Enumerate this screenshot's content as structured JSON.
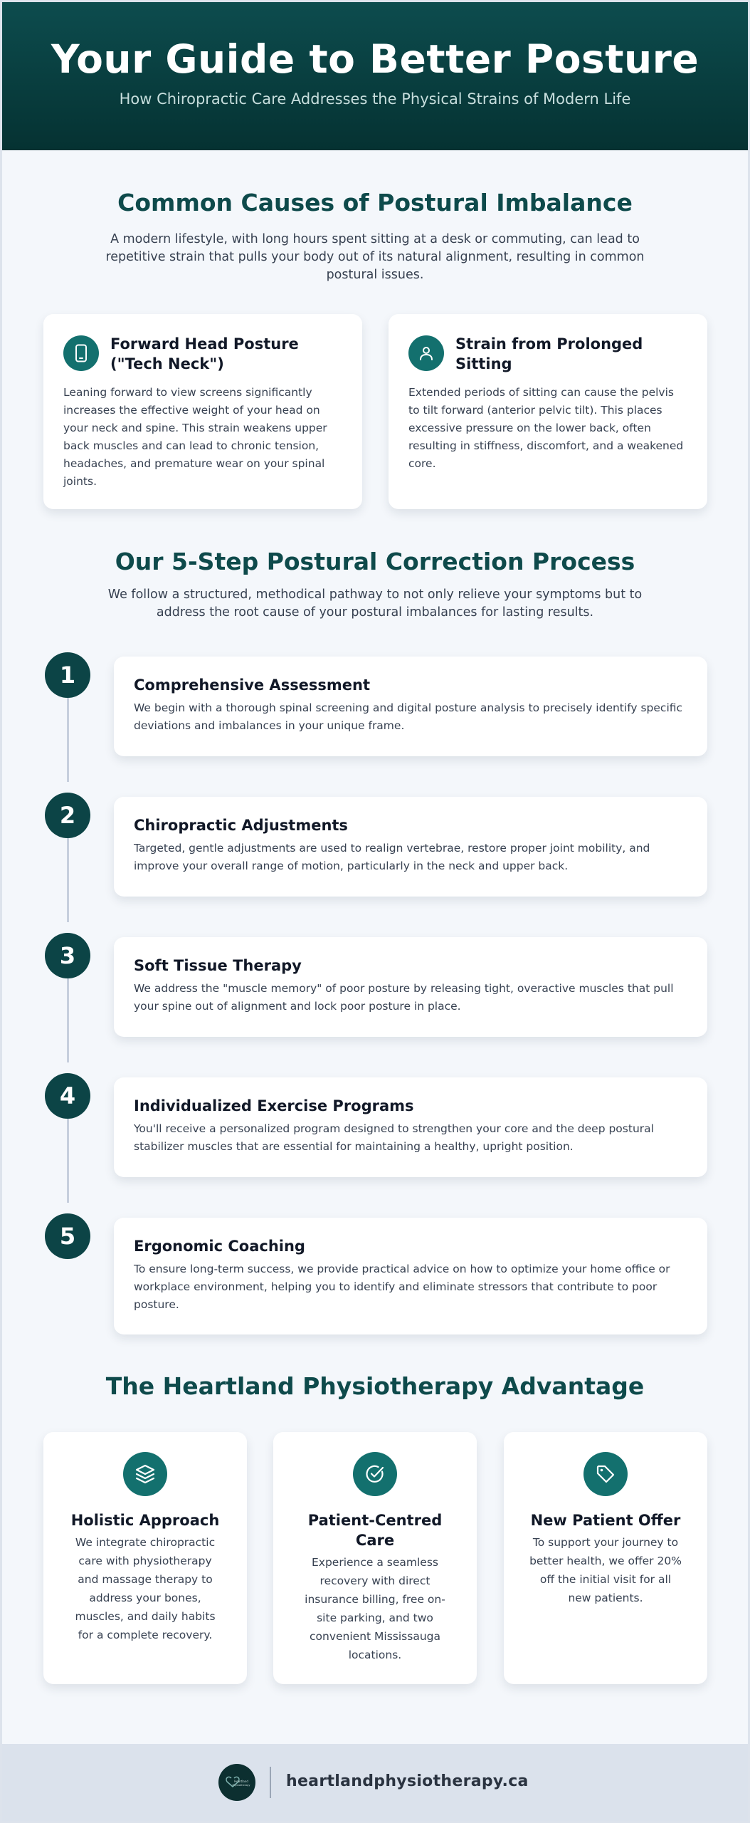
{
  "header": {
    "title": "Your Guide to Better Posture",
    "subtitle": "How Chiropractic Care Addresses the Physical Strains of Modern Life"
  },
  "causes": {
    "title": "Common Causes of Postural Imbalance",
    "intro": "A modern lifestyle, with long hours spent sitting at a desk or commuting, can lead to repetitive strain that pulls your body out of its natural alignment, resulting in common postural issues.",
    "cards": [
      {
        "icon": "phone-icon",
        "title": "Forward Head Posture (\"Tech Neck\")",
        "body": "Leaning forward to view screens significantly increases the effective weight of your head on your neck and spine. This strain weakens upper back muscles and can lead to chronic tension, headaches, and premature wear on your spinal joints."
      },
      {
        "icon": "person-icon",
        "title": "Strain from Prolonged Sitting",
        "body": "Extended periods of sitting can cause the pelvis to tilt forward (anterior pelvic tilt). This places excessive pressure on the lower back, often resulting in stiffness, discomfort, and a weakened core."
      }
    ]
  },
  "process": {
    "title": "Our 5-Step Postural Correction Process",
    "intro": "We follow a structured, methodical pathway to not only relieve your symptoms but to address the root cause of your postural imbalances for lasting results.",
    "steps": [
      {
        "number": "1",
        "title": "Comprehensive Assessment",
        "body": "We begin with a thorough spinal screening and digital posture analysis to precisely identify specific deviations and imbalances in your unique frame."
      },
      {
        "number": "2",
        "title": "Chiropractic Adjustments",
        "body": "Targeted, gentle adjustments are used to realign vertebrae, restore proper joint mobility, and improve your overall range of motion, particularly in the neck and upper back."
      },
      {
        "number": "3",
        "title": "Soft Tissue Therapy",
        "body": "We address the \"muscle memory\" of poor posture by releasing tight, overactive muscles that pull your spine out of alignment and lock poor posture in place."
      },
      {
        "number": "4",
        "title": "Individualized Exercise Programs",
        "body": "You'll receive a personalized program designed to strengthen your core and the deep postural stabilizer muscles that are essential for maintaining a healthy, upright position."
      },
      {
        "number": "5",
        "title": "Ergonomic Coaching",
        "body": "To ensure long-term success, we provide practical advice on how to optimize your home office or workplace environment, helping you to identify and eliminate stressors that contribute to poor posture."
      }
    ]
  },
  "advantage": {
    "title": "The Heartland Physiotherapy Advantage",
    "cards": [
      {
        "icon": "layers-icon",
        "title": "Holistic Approach",
        "body": "We integrate chiropractic care with physiotherapy and massage therapy to address your bones, muscles, and daily habits for a complete recovery."
      },
      {
        "icon": "check-circle-icon",
        "title": "Patient-Centred Care",
        "body": "Experience a seamless recovery with direct insurance billing, free on-site parking, and two convenient Mississauga locations."
      },
      {
        "icon": "tag-icon",
        "title": "New Patient Offer",
        "body": "To support your journey to better health, we offer 20% off the initial visit for all new patients."
      }
    ]
  },
  "footer": {
    "logo_icon": "heartland-logo-icon",
    "logo_text_line1": "Heartland",
    "logo_text_line2": "Physiotherapy",
    "url": "heartlandphysiotherapy.ca"
  },
  "colors": {
    "brand_dark": "#0c4446",
    "brand_teal": "#13706e",
    "heading": "#0e4a4b",
    "background": "#f4f7fb"
  }
}
